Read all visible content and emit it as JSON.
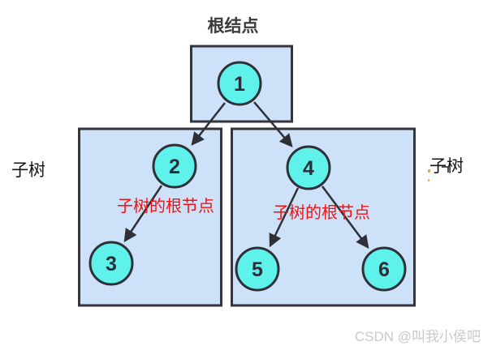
{
  "title": "根结点",
  "tree": {
    "nodes": [
      {
        "id": 1,
        "label": "1"
      },
      {
        "id": 2,
        "label": "2"
      },
      {
        "id": 3,
        "label": "3"
      },
      {
        "id": 4,
        "label": "4"
      },
      {
        "id": 5,
        "label": "5"
      },
      {
        "id": 6,
        "label": "6"
      }
    ],
    "edges": [
      [
        "1",
        "2"
      ],
      [
        "1",
        "4"
      ],
      [
        "2",
        "3"
      ],
      [
        "4",
        "5"
      ],
      [
        "4",
        "6"
      ]
    ],
    "groups": [
      {
        "name": "root-box",
        "contains": [
          "1"
        ]
      },
      {
        "name": "left-subtree-box",
        "contains": [
          "2",
          "3"
        ]
      },
      {
        "name": "right-subtree-box",
        "contains": [
          "4",
          "5",
          "6"
        ]
      }
    ]
  },
  "labels": {
    "left_subtree": "子树",
    "right_subtree": "子树",
    "left_subtree_root_note": "子树的根节点",
    "right_subtree_root_note": "子树的根节点"
  },
  "watermark": "CSDN @叫我小侯吧",
  "colors": {
    "box_fill": "#cde2f8",
    "box_border": "#34343d",
    "node_fill": "#5ff2ea",
    "node_border": "#2f2f38",
    "edge_color": "#2f2f38",
    "annotation_red": "#f50f0f",
    "title_color": "#3a3a3a",
    "watermark_gray": "#c9c9c9"
  }
}
